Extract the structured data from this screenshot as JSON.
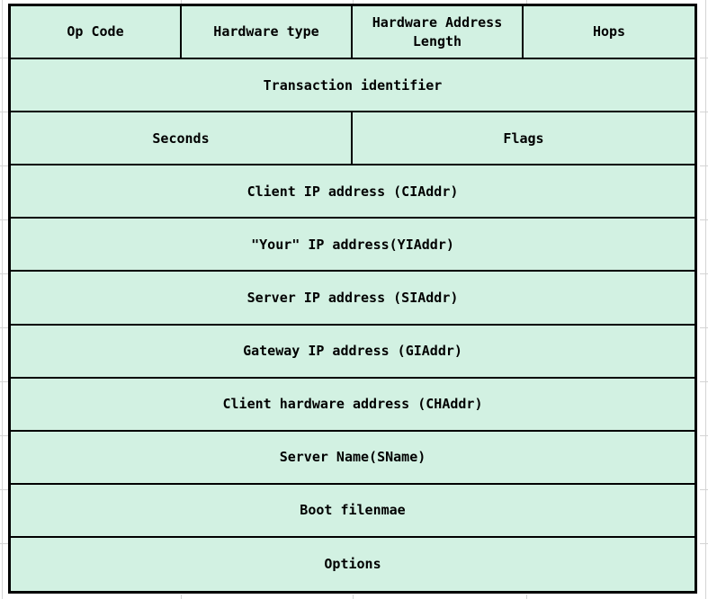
{
  "diagram": {
    "rows": [
      {
        "cells": [
          {
            "label": "Op Code"
          },
          {
            "label": "Hardware type"
          },
          {
            "label": "Hardware Address Length"
          },
          {
            "label": "Hops"
          }
        ]
      },
      {
        "cells": [
          {
            "label": "Transaction identifier"
          }
        ]
      },
      {
        "cells": [
          {
            "label": "Seconds"
          },
          {
            "label": "Flags"
          }
        ]
      },
      {
        "cells": [
          {
            "label": "Client IP address (CIAddr)"
          }
        ]
      },
      {
        "cells": [
          {
            "label": "\"Your\" IP address(YIAddr)"
          }
        ]
      },
      {
        "cells": [
          {
            "label": "Server IP address (SIAddr)"
          }
        ]
      },
      {
        "cells": [
          {
            "label": "Gateway IP address (GIAddr)"
          }
        ]
      },
      {
        "cells": [
          {
            "label": "Client hardware address (CHAddr)"
          }
        ]
      },
      {
        "cells": [
          {
            "label": "Server Name(SName)"
          }
        ]
      },
      {
        "cells": [
          {
            "label": "Boot filenmae"
          }
        ]
      },
      {
        "cells": [
          {
            "label": "Options"
          }
        ]
      }
    ]
  },
  "colors": {
    "cell_fill": "#d2f1e2",
    "table_border": "#000000",
    "grid_line": "#d4d4d4",
    "text": "#000000",
    "page_bg": "#ffffff"
  }
}
